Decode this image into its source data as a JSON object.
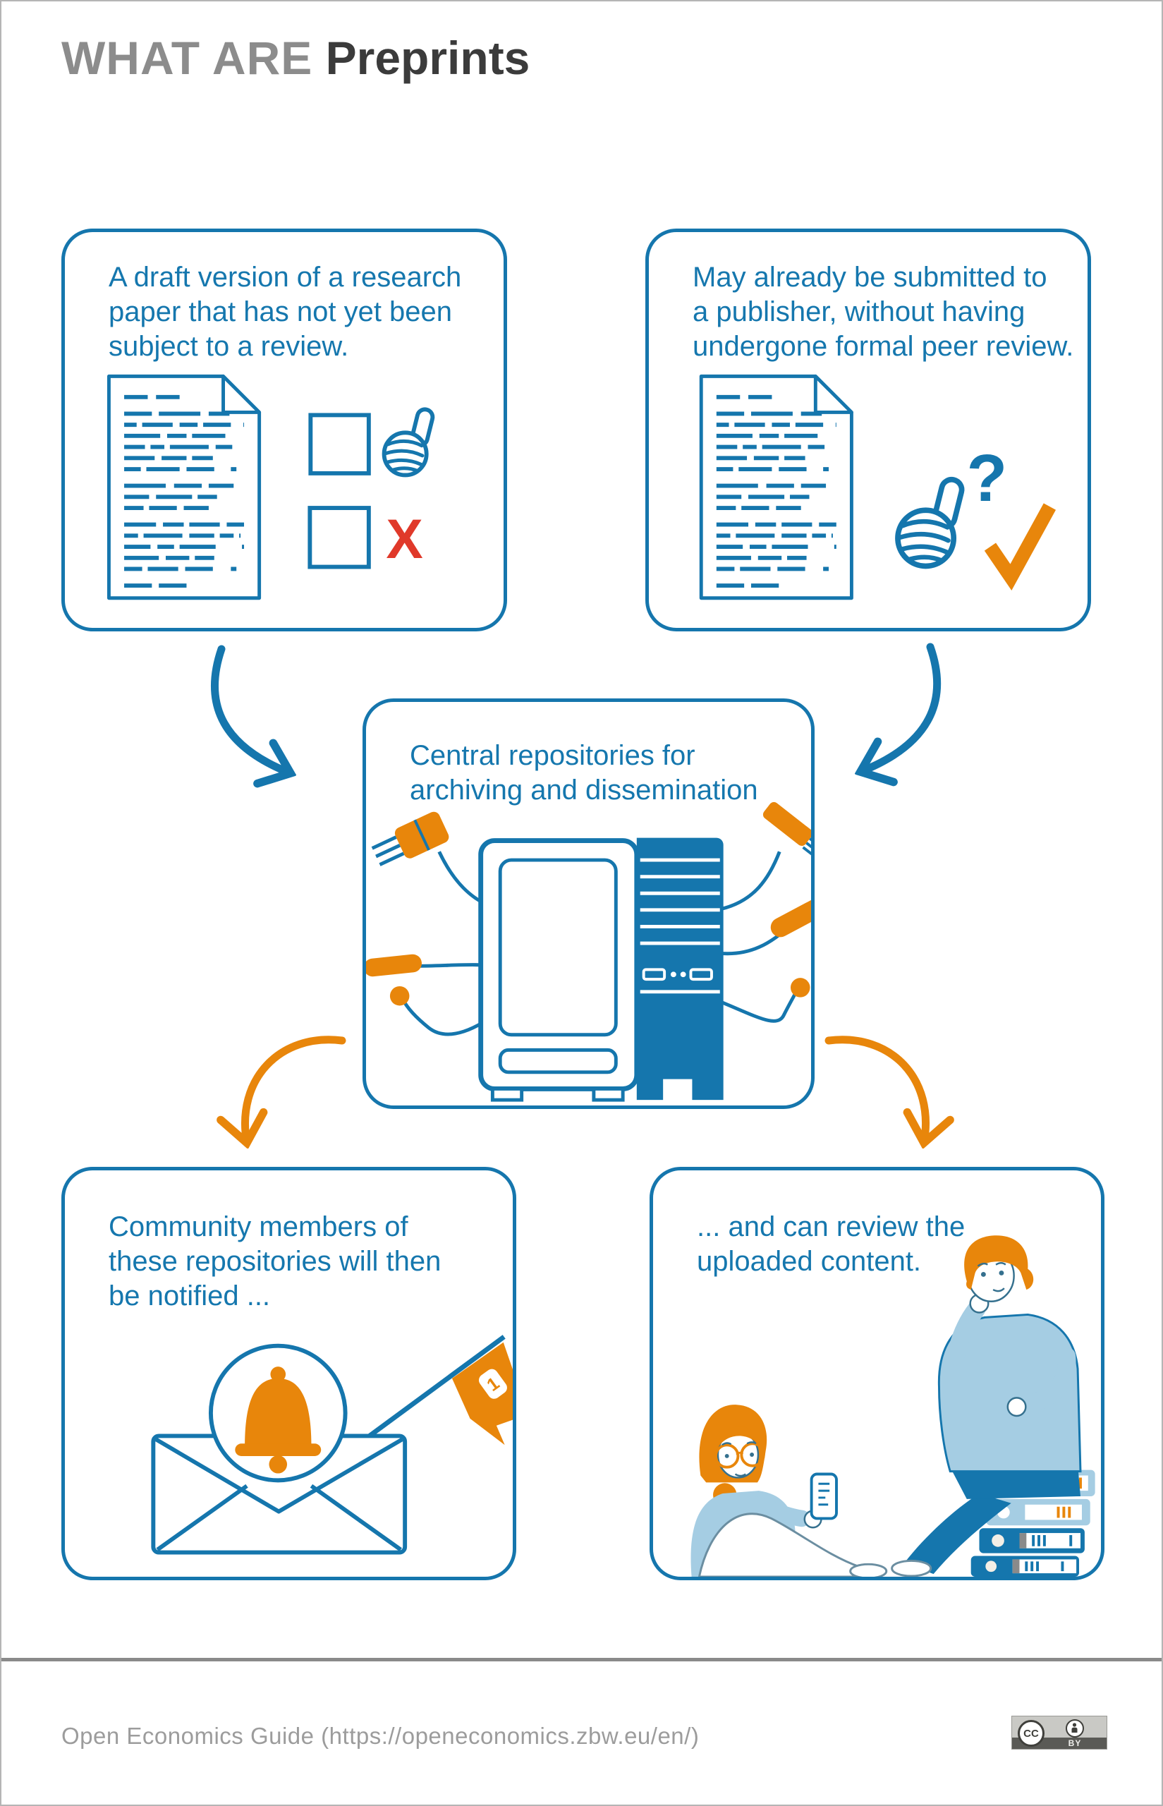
{
  "title": {
    "prefix": "WHAT ARE",
    "emphasis": "Preprints"
  },
  "boxes": {
    "draft": {
      "lines": [
        "A draft version of a research",
        "paper that has not yet been",
        "subject to a review."
      ]
    },
    "submitted": {
      "lines": [
        "May already be submitted to",
        "a publisher, without having",
        "undergone formal peer review."
      ]
    },
    "repositories": {
      "lines": [
        "Central repositories for",
        "archiving and dissemination"
      ]
    },
    "notified": {
      "lines": [
        "Community members of",
        "these repositories will then",
        "be notified ..."
      ]
    },
    "review": {
      "lines": [
        "... and can review the",
        "uploaded content."
      ]
    }
  },
  "icons": {
    "cross": "X",
    "question": "?",
    "flag_count": "1",
    "thumbs_up": "thumbs-up-outline",
    "check": "check-mark",
    "bell": "notification-bell",
    "envelope": "envelope",
    "server": "repository-server",
    "document": "draft-document"
  },
  "footer": {
    "text": "Open Economics Guide (https://openeconomics.zbw.eu/en/)",
    "license_cc": "CC",
    "license_by": "BY"
  },
  "colors": {
    "blue": "#1576ad",
    "light_blue": "#a5cde3",
    "orange": "#e8860b",
    "red": "#e0392a",
    "title_gray": "#8c8c8c",
    "title_dark": "#3b3b3b",
    "footer_gray": "#9c9c9c"
  }
}
